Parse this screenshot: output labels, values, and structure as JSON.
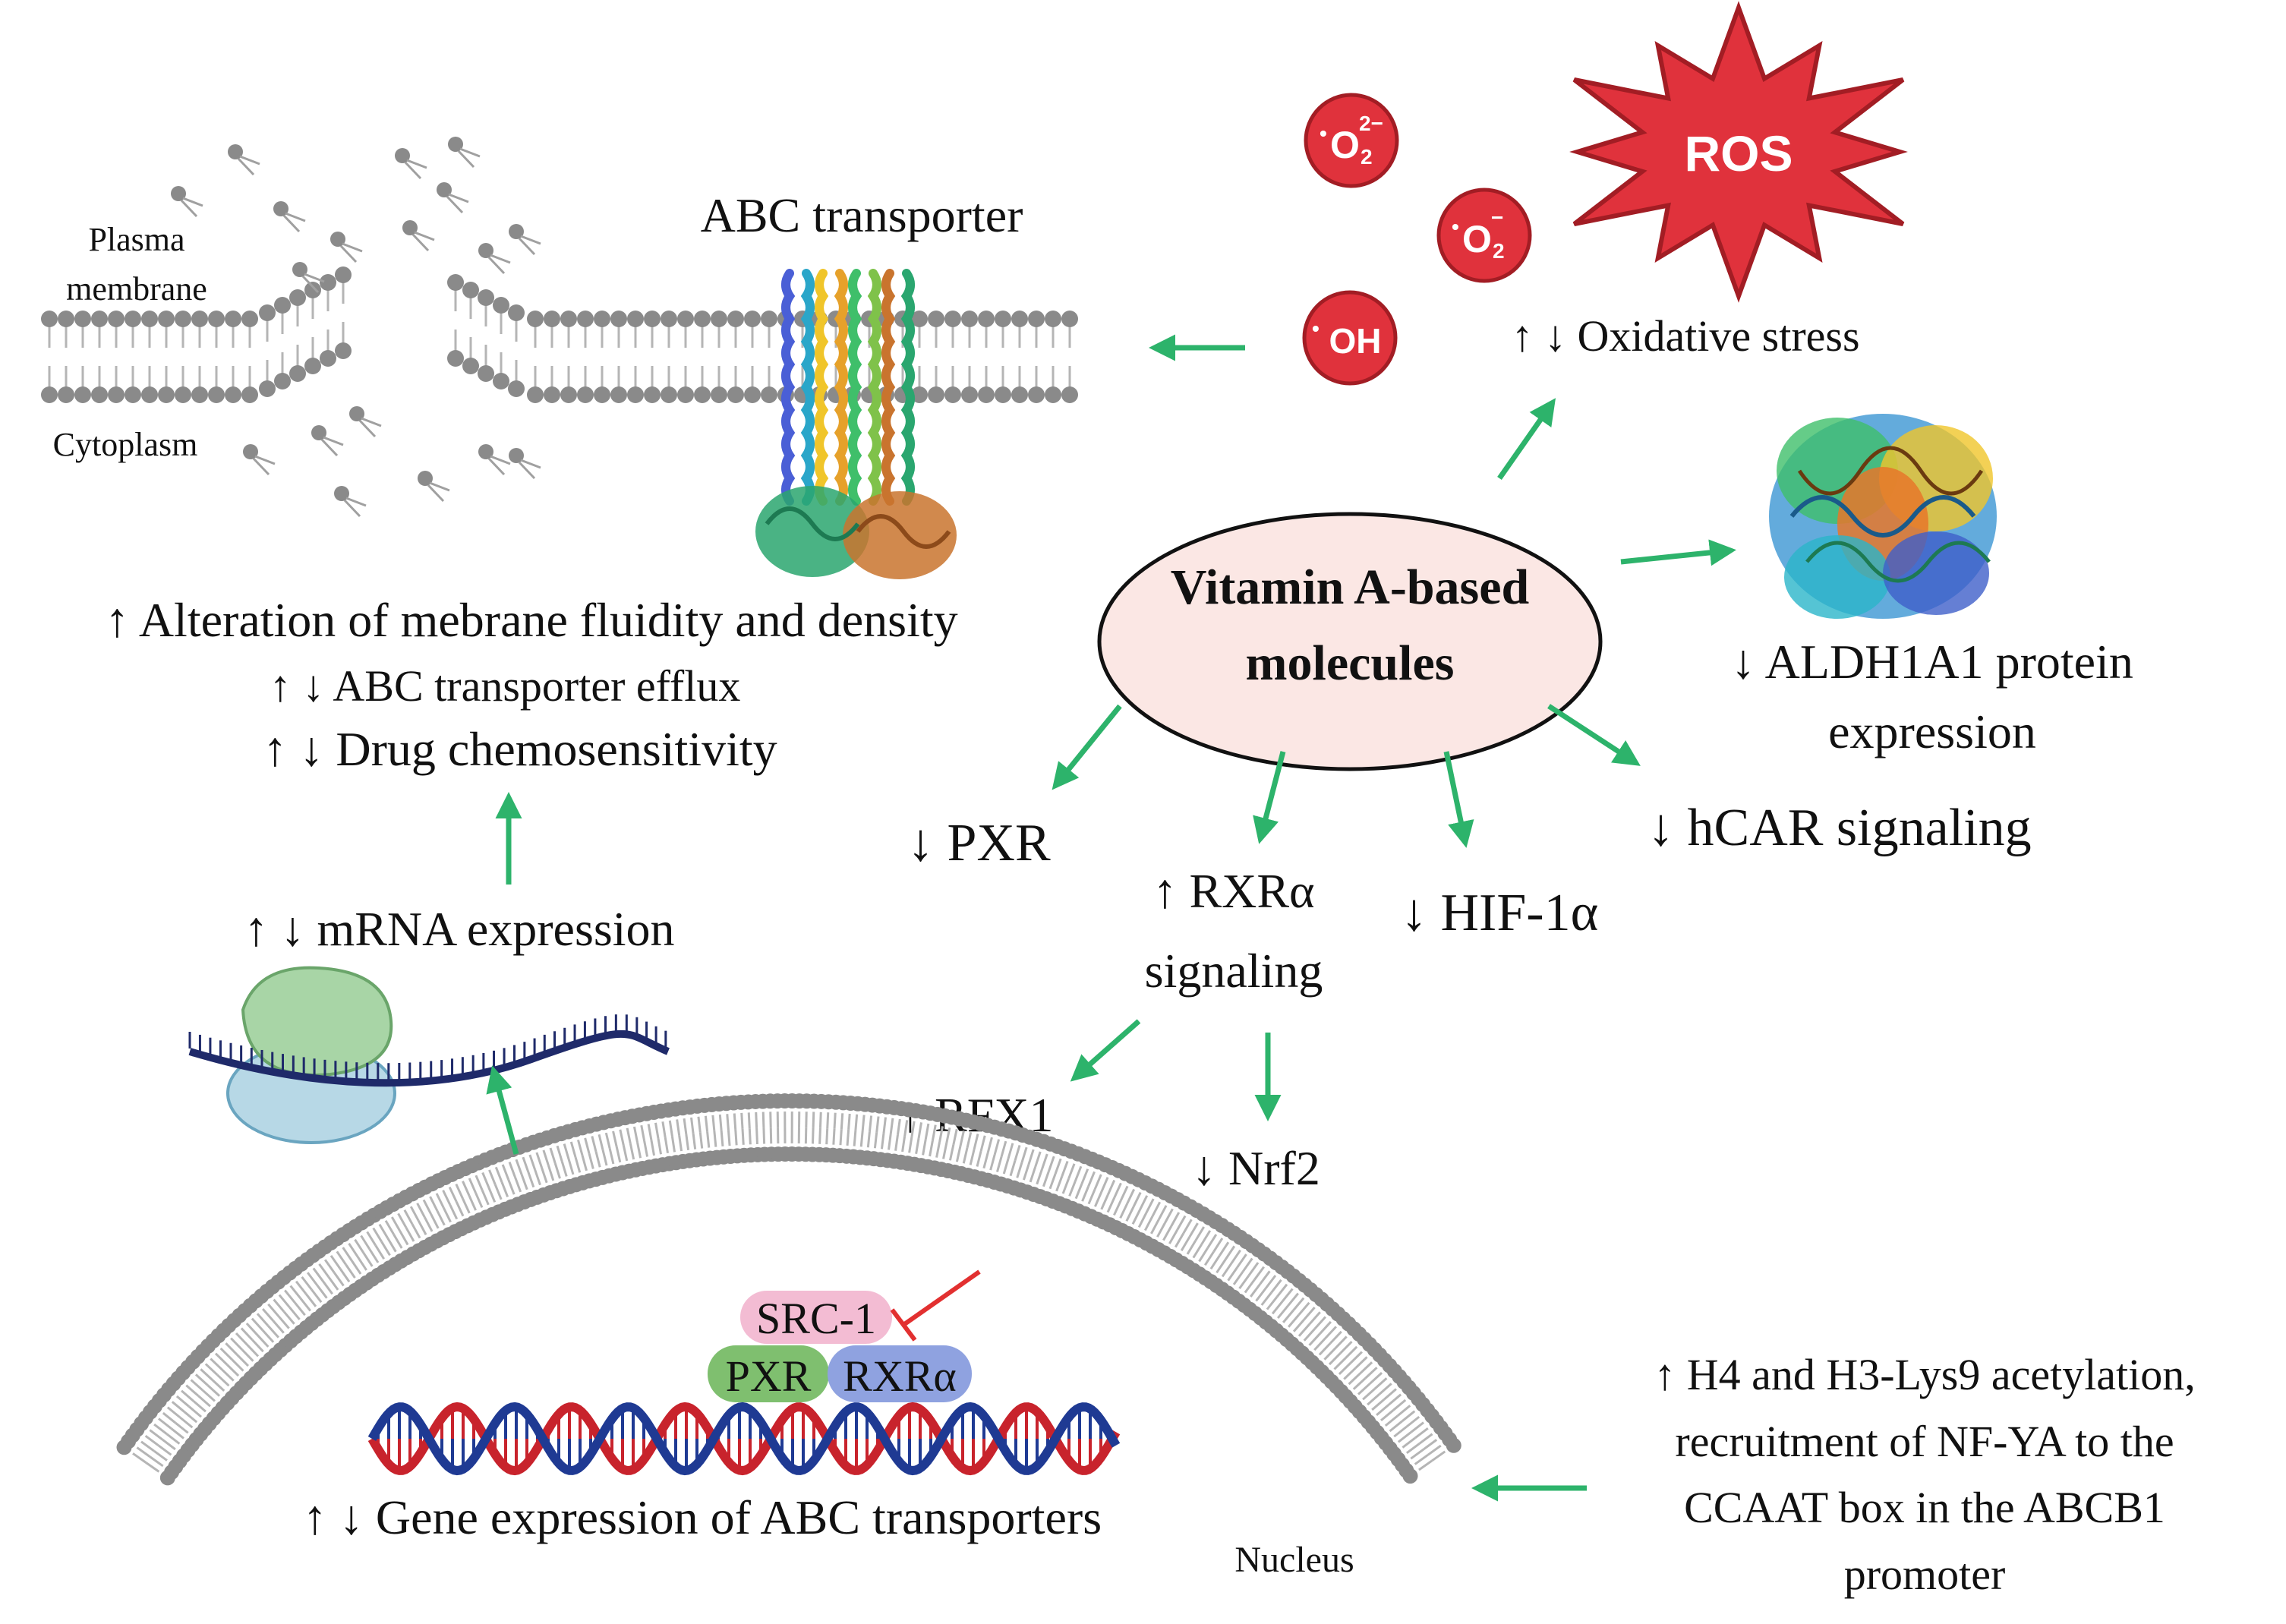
{
  "colors": {
    "arrow": "#2db36b",
    "inhibit": "#e23030",
    "ros": "#e0323c",
    "ellipse_fill": "#fbe7e4",
    "membrane_head": "#8a8a8a",
    "src1": "#f3bcd3",
    "pxr": "#7fbf6f",
    "rxr": "#8fa2e0",
    "dna_red": "#c8232c",
    "dna_blue": "#1f3a93"
  },
  "labels": {
    "plasma_1": "Plasma",
    "plasma_2": "membrane",
    "cytoplasm": "Cytoplasm",
    "abc_transporter": "ABC transporter",
    "ros": "ROS",
    "o2_dianion": "O",
    "o2_dianion_sup": "2−",
    "o2_dianion_sub": "2",
    "o2_anion": "O",
    "o2_anion_sup": "−",
    "o2_anion_sub": "2",
    "oh": "OH",
    "radical_dot": "•",
    "oxidative_stress": "↑ ↓ Oxidative stress",
    "center_1": "Vitamin A-based",
    "center_2": "molecules",
    "alteration": "↑ Alteration of mebrane fluidity and density",
    "abc_efflux": "↑ ↓ ABC transporter efflux",
    "chemosens": "↑ ↓ Drug chemosensitivity",
    "aldh_1": "↓ ALDH1A1 protein",
    "aldh_2": "expression",
    "pxr": "↓  PXR",
    "rxr_1": "↑ RXRα",
    "rxr_2": "signaling",
    "hif": "↓ HIF-1α",
    "hcar": "↓  hCAR signaling",
    "mrna": "↑ ↓ mRNA expression",
    "rfx1": "↑ RFX1",
    "nrf2": "↓ Nrf2",
    "src1_box": "SRC-1",
    "pxr_box": "PXR",
    "rxr_box": "RXRα",
    "gene_expr": "↑ ↓  Gene expression of ABC transporters",
    "nucleus": "Nucleus",
    "h4_1": "↑ H4 and H3-Lys9 acetylation,",
    "h4_2": "recruitment of NF-YA to the",
    "h4_3": "CCAAT box in the ABCB1",
    "h4_4": "promoter"
  }
}
